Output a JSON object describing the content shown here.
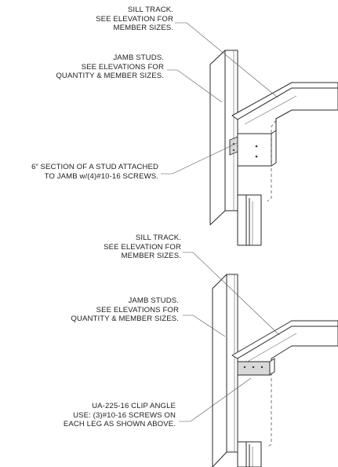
{
  "detail_top": {
    "callouts": [
      {
        "lines": [
          "SILL TRACK.",
          "SEE ELEVATION FOR",
          "MEMBER SIZES."
        ]
      },
      {
        "lines": [
          "JAMB STUDS.",
          "SEE ELEVATIONS FOR",
          "QUANTITY & MEMBER SIZES."
        ]
      },
      {
        "lines": [
          "6” SECTION OF A STUD ATTACHED",
          "TO JAMB w/(4)#10-16 SCREWS."
        ]
      }
    ]
  },
  "detail_bottom": {
    "callouts": [
      {
        "lines": [
          "SILL TRACK.",
          "SEE ELEVATION FOR",
          "MEMBER SIZES."
        ]
      },
      {
        "lines": [
          "JAMB STUDS.",
          "SEE ELEVATIONS FOR",
          "QUANTITY & MEMBER SIZES."
        ]
      },
      {
        "lines": [
          "UA-225-16 CLIP ANGLE",
          "USE: (3)#10-16 SCREWS ON",
          "EACH LEG AS SHOWN ABOVE."
        ]
      }
    ]
  }
}
